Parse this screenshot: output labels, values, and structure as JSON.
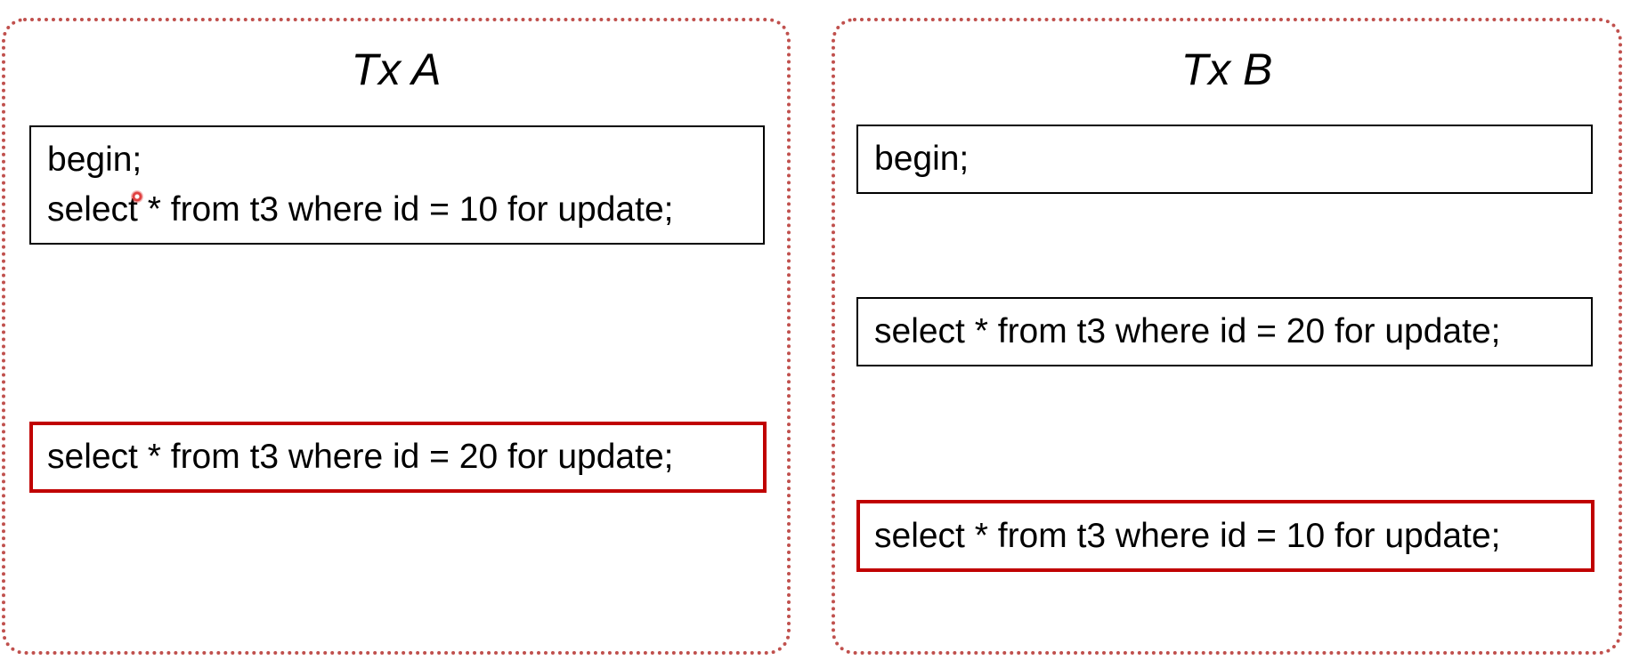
{
  "tx_a": {
    "title": "Tx A",
    "statements": [
      {
        "lines": [
          "begin;",
          "select * from t3 where id = 10 for update;"
        ],
        "highlight": false
      },
      {
        "lines": [
          "select * from t3 where id = 20 for update;"
        ],
        "highlight": true
      }
    ]
  },
  "tx_b": {
    "title": "Tx B",
    "statements": [
      {
        "lines": [
          "begin;"
        ],
        "highlight": false
      },
      {
        "lines": [
          "select * from t3 where id = 20 for update;"
        ],
        "highlight": false
      },
      {
        "lines": [
          "select * from t3 where id = 10 for update;"
        ],
        "highlight": true
      }
    ]
  },
  "colors": {
    "panel_border": "#c0504d",
    "deadlock_border": "#c00000",
    "statement_border": "#000000"
  }
}
